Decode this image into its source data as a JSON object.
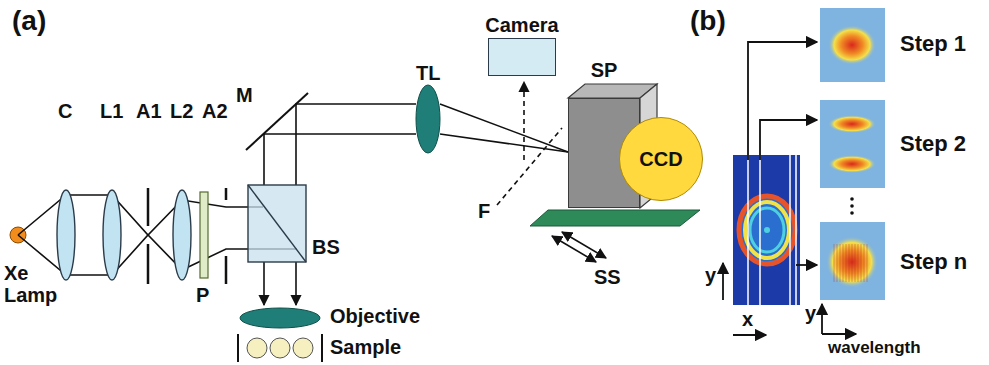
{
  "diagram": {
    "nodes": [
      {
        "text": [
          "Camera"
        ]
      },
      {
        "text": [
          "SP"
        ]
      },
      {
        "text": [
          "CCD"
        ],
        "in": 1
      }
    ],
    "labels": [
      "(a)",
      "C",
      "L1",
      "A1",
      "L2",
      "A2",
      "Xe Lamp",
      "P",
      "M",
      "TL",
      "BS",
      "F",
      "SS",
      "Objective",
      "Sample",
      "(b)",
      "y",
      "x",
      "Step 1",
      "Step 2",
      "Step n",
      "y",
      "wavelength"
    ]
  }
}
